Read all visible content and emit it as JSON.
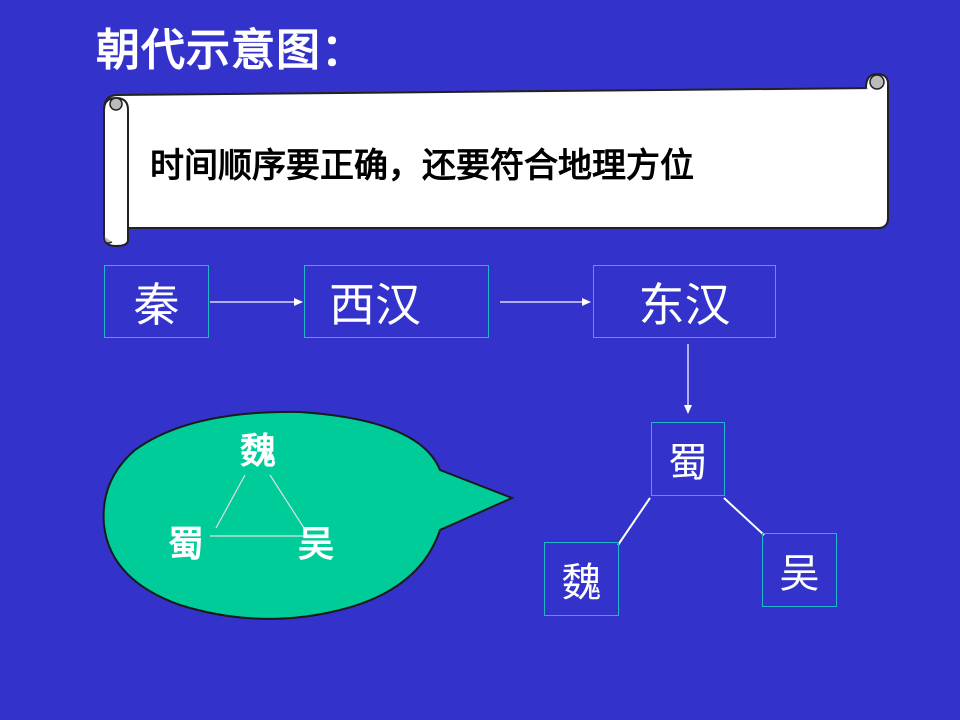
{
  "title": "朝代示意图：",
  "scroll": {
    "text": "时间顺序要正确，还要符合地理方位"
  },
  "sequence": {
    "qin": "秦",
    "western_han": "西汉",
    "eastern_han": "东汉"
  },
  "speech_bubble": {
    "top": "魏",
    "left": "蜀",
    "right": "吴"
  },
  "three_kingdoms": {
    "top": "蜀",
    "left": "魏",
    "right": "吴"
  },
  "colors": {
    "background": "#3333cc",
    "bubble": "#00cc99",
    "box_border": "#1fb7c9",
    "scroll": "#ffffff"
  }
}
